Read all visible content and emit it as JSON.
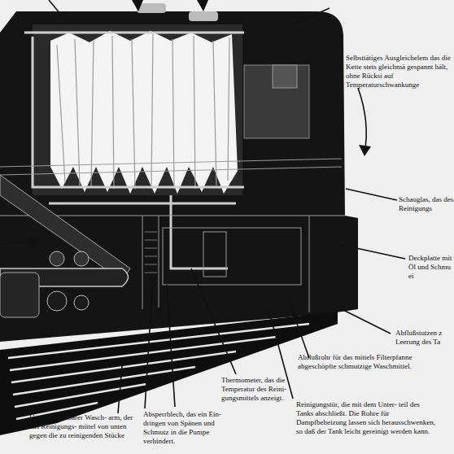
{
  "diagram": {
    "labels": [
      "Selbsttätiges Ausgleichelem das die Kette stets gleichmä gespannt hält, ohne Rücksi auf Temperaturschwankunge",
      "Schauglas, das des Reinigungs",
      "Deckplatte mit Öl und Schmu ei",
      "Abflußstutzen z Leerung des Ta",
      "Abflußrohr für das mittels Filterpfanne abgeschöpfte schmutzige Waschmittel.",
      "Thermometer, das die Temperatur des Reini- gungsmittels anzeigt.",
      "Reinigungstür, die mit dem Unter- teil des Tanks abschließt. Die Rohre für Dampfbeheizung lassen sich herausschwenken, so daß der Tank leicht gereinigt werden kann.",
      "Unterer, drehbarer Wasch- arm, der das Reinigungs- mittel von unten gegen die zu reinigenden Stücke",
      "Absperrblech, das ein Ein- dringen von Spänen und Schmutz in die Pumpe verhindert."
    ]
  }
}
